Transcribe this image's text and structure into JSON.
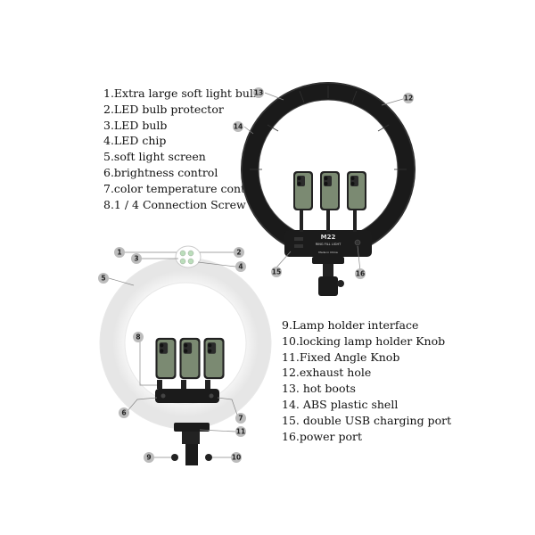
{
  "parts_top": [
    "1.Extra large soft light bulb",
    "2.LED bulb protector",
    "3.LED bulb",
    "4.LED chip",
    "5.soft light screen",
    "6.brightness control",
    "7.color temperature control",
    "8.1 / 4 Connection Screw"
  ],
  "parts_bottom": [
    "9.Lamp holder interface",
    "10.locking lamp holder Knob",
    "11.Fixed Angle Knob",
    "12.exhaust hole",
    "13. hot boots",
    "14. ABS plastic shell",
    "15. double USB charging port",
    "16.power port"
  ],
  "callouts": {
    "c1": "1",
    "c2": "2",
    "c3": "3",
    "c4": "4",
    "c5": "5",
    "c6": "6",
    "c7": "7",
    "c8": "8",
    "c9": "9",
    "c10": "10",
    "c11": "11",
    "c12": "12",
    "c13": "13",
    "c14": "14",
    "c15": "15",
    "c16": "16"
  },
  "device_label": {
    "model": "M22",
    "subtitle": "RING FILL LIGHT",
    "origin": "Made in China"
  },
  "colors": {
    "ring_shell": "#1a1a1a",
    "soft_screen": "#f2f2f2",
    "phone": "#7b8a72",
    "callout_circle": "#bcbcbc"
  }
}
